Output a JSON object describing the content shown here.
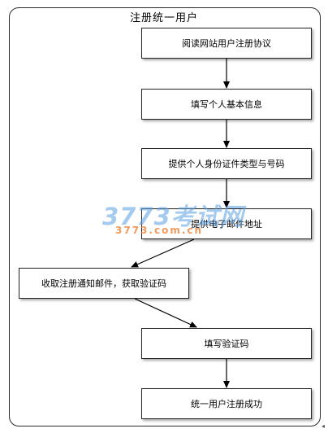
{
  "diagram": {
    "title": "注册统一用户",
    "steps": [
      {
        "id": "n1",
        "label": "阅读网站用户注册协议"
      },
      {
        "id": "n2",
        "label": "填写个人基本信息"
      },
      {
        "id": "n3",
        "label": "提供个人身份证件类型与号码"
      },
      {
        "id": "n4",
        "label": "提供电子邮件地址"
      },
      {
        "id": "n5",
        "label": "收取注册通知邮件，获取验证码"
      },
      {
        "id": "n6",
        "label": "填写验证码"
      },
      {
        "id": "n7",
        "label": "统一用户注册成功"
      }
    ],
    "edges": [
      {
        "from": "n1",
        "to": "n2"
      },
      {
        "from": "n2",
        "to": "n3"
      },
      {
        "from": "n3",
        "to": "n4"
      },
      {
        "from": "n4",
        "to": "n5"
      },
      {
        "from": "n5",
        "to": "n6"
      },
      {
        "from": "n6",
        "to": "n7"
      }
    ]
  },
  "watermark": {
    "logo_text": "3773考试网",
    "url_text": "3773.com.cn"
  },
  "colors": {
    "border": "#222222",
    "arrow": "#000000",
    "watermark_blue": "#5aa0e1",
    "watermark_orange": "#ec7828"
  }
}
